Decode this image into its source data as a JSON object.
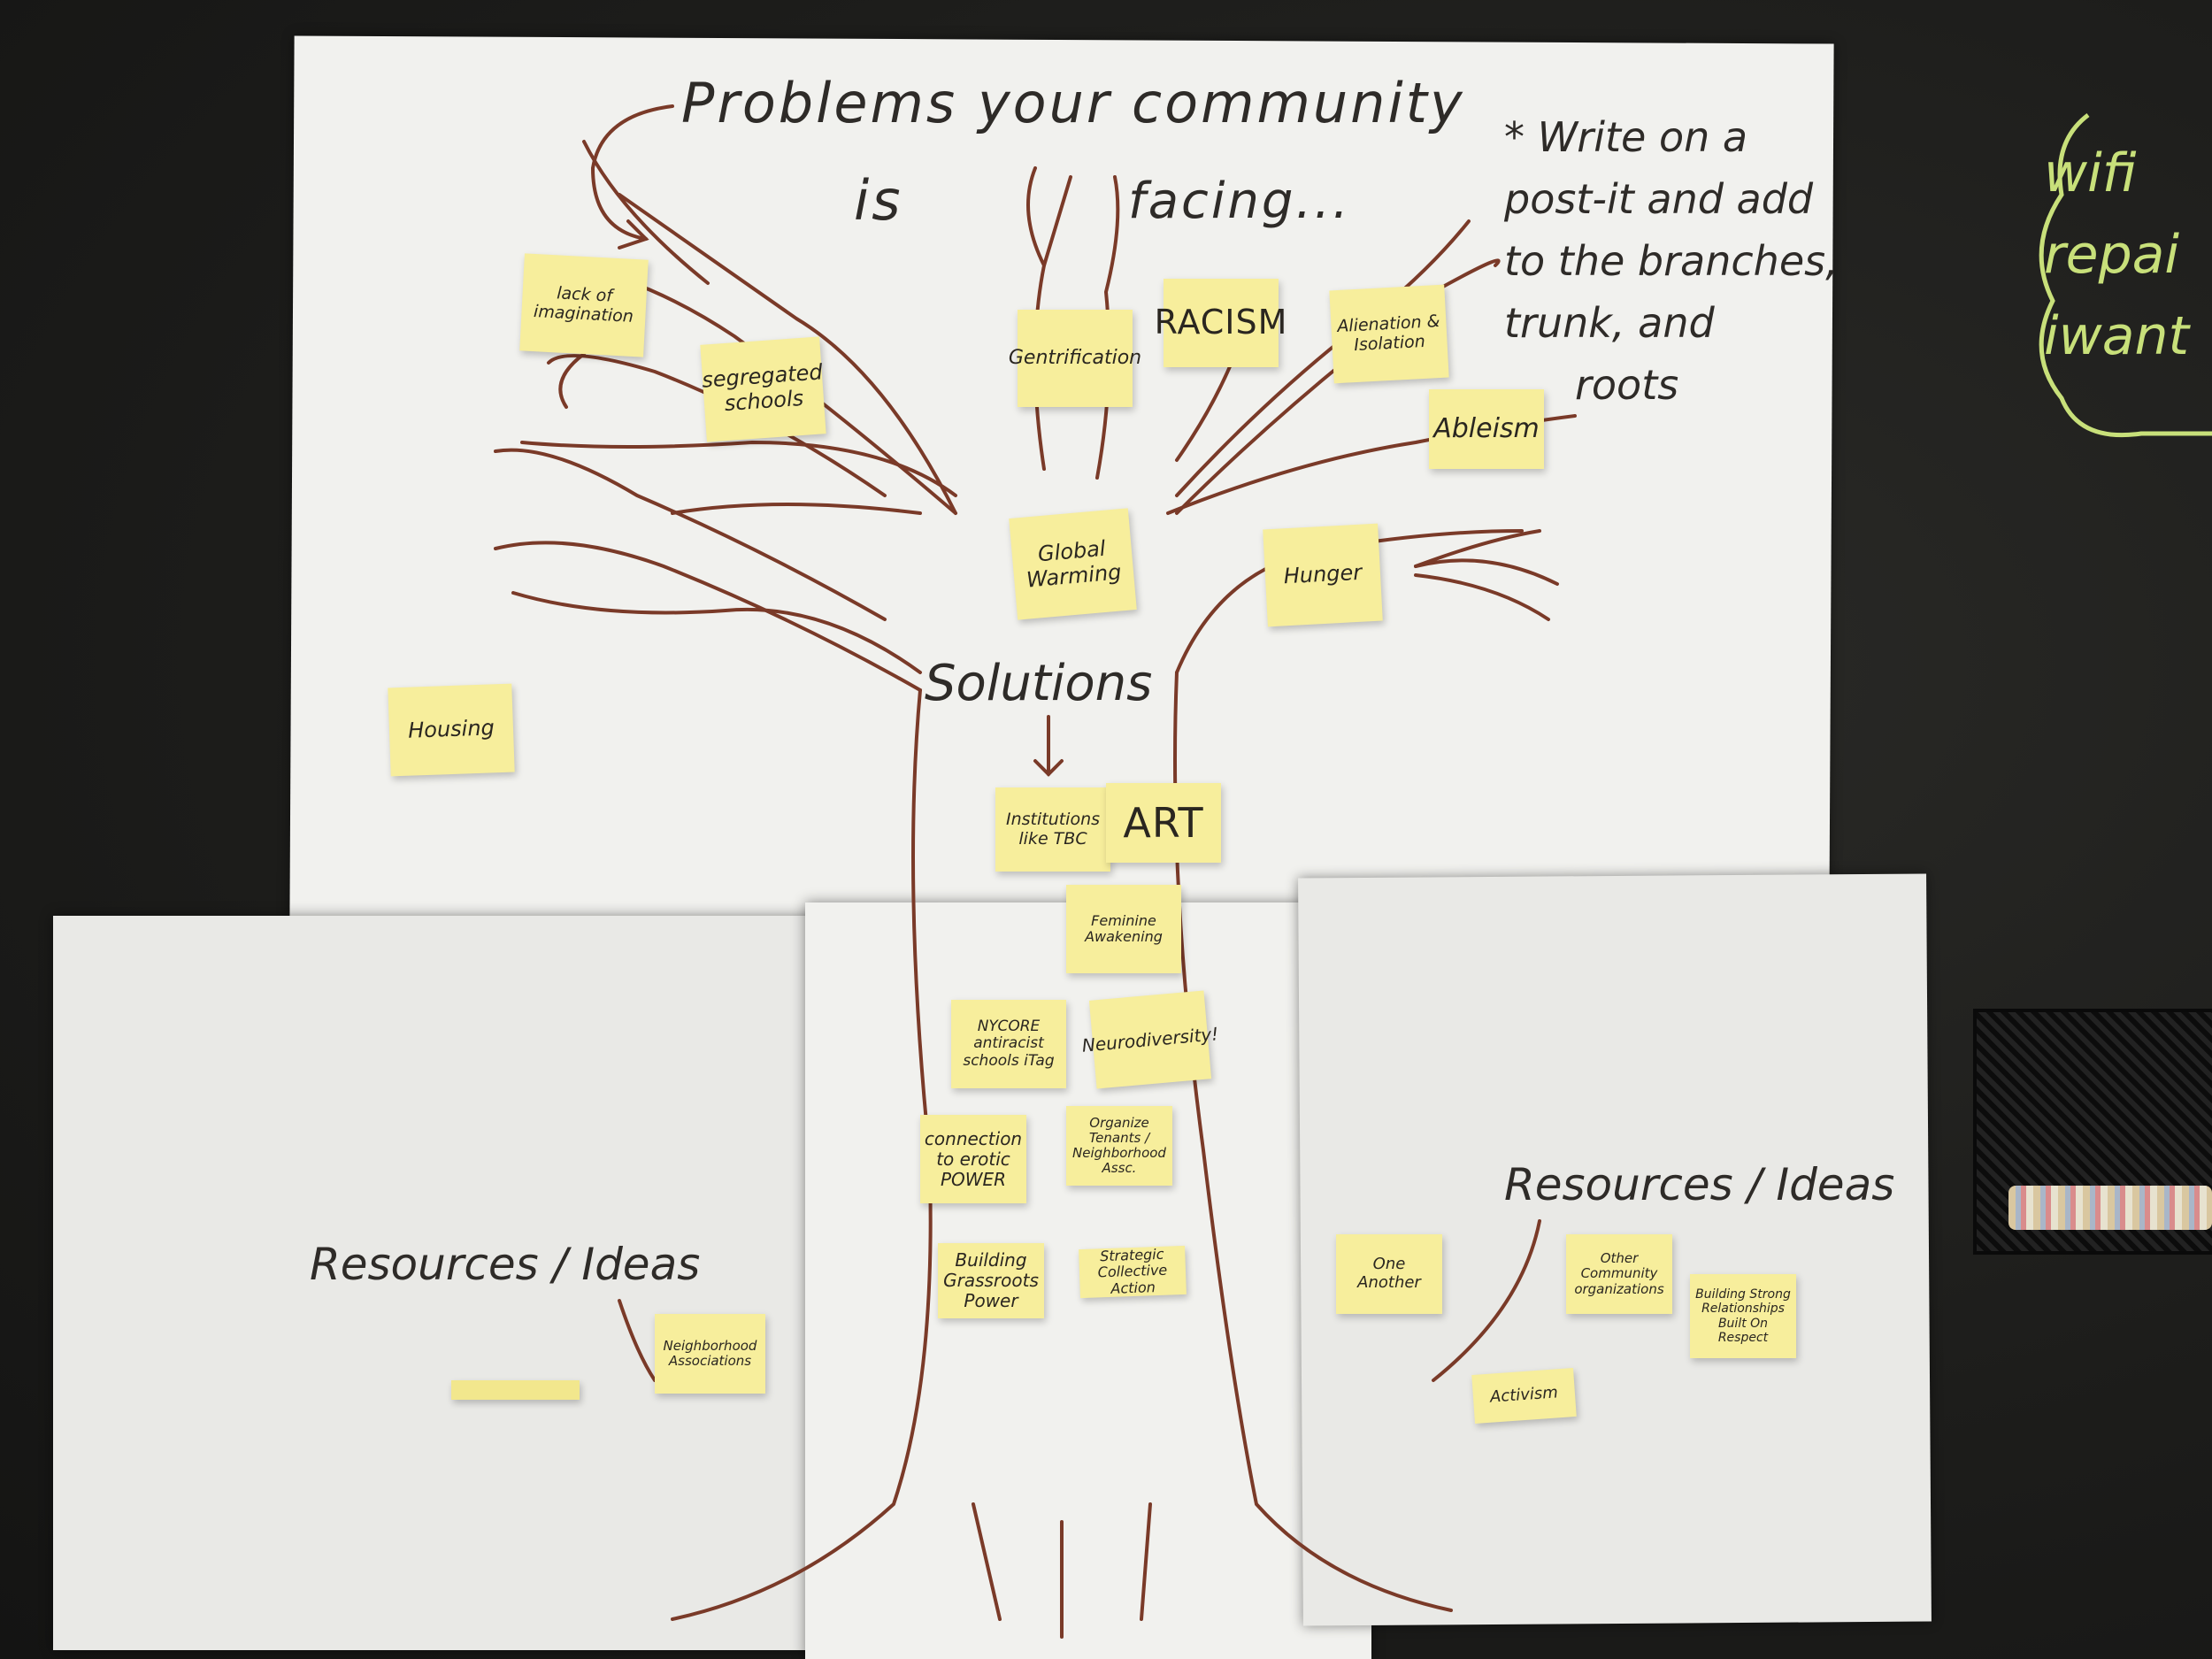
{
  "header": {
    "title_line1": "Problems your community",
    "title_line2_a": "is",
    "title_line2_b": "facing...",
    "instructions": [
      "* Write on a",
      "post-it and add",
      "to the branches,",
      "trunk, and",
      "roots"
    ]
  },
  "labels": {
    "solutions": "Solutions",
    "resources_left": "Resources / Ideas",
    "resources_right": "Resources / Ideas"
  },
  "chalkboard_text": [
    "wifi",
    "repai",
    "iwant"
  ],
  "problem_notes": [
    "lack of imagination",
    "segregated schools",
    "Gentrification",
    "RACISM",
    "Alienation & Isolation",
    "Ableism",
    "Global Warming",
    "Hunger",
    "Housing"
  ],
  "solution_notes": [
    "Institutions like TBC",
    "ART",
    "Feminine Awakening",
    "NYCORE antiracist schools iTag",
    "Neurodiversity!",
    "connection to erotic POWER",
    "Organize Tenants / Neighborhood Assc.",
    "Building Grassroots Power",
    "Strategic Collective Action"
  ],
  "resource_notes_left": [
    "Neighborhood Associations"
  ],
  "resource_notes_right": [
    "One Another",
    "Other Community organizations",
    "Building Strong Relationships Built On Respect",
    "Activism"
  ],
  "colors": {
    "paper": "#f1f1ee",
    "postit": "#f7ee9c",
    "tree_ink": "#7a3a28",
    "marker_ink": "#2e2b28",
    "chalk": "#c8e07a",
    "board": "#1c1c1a"
  }
}
